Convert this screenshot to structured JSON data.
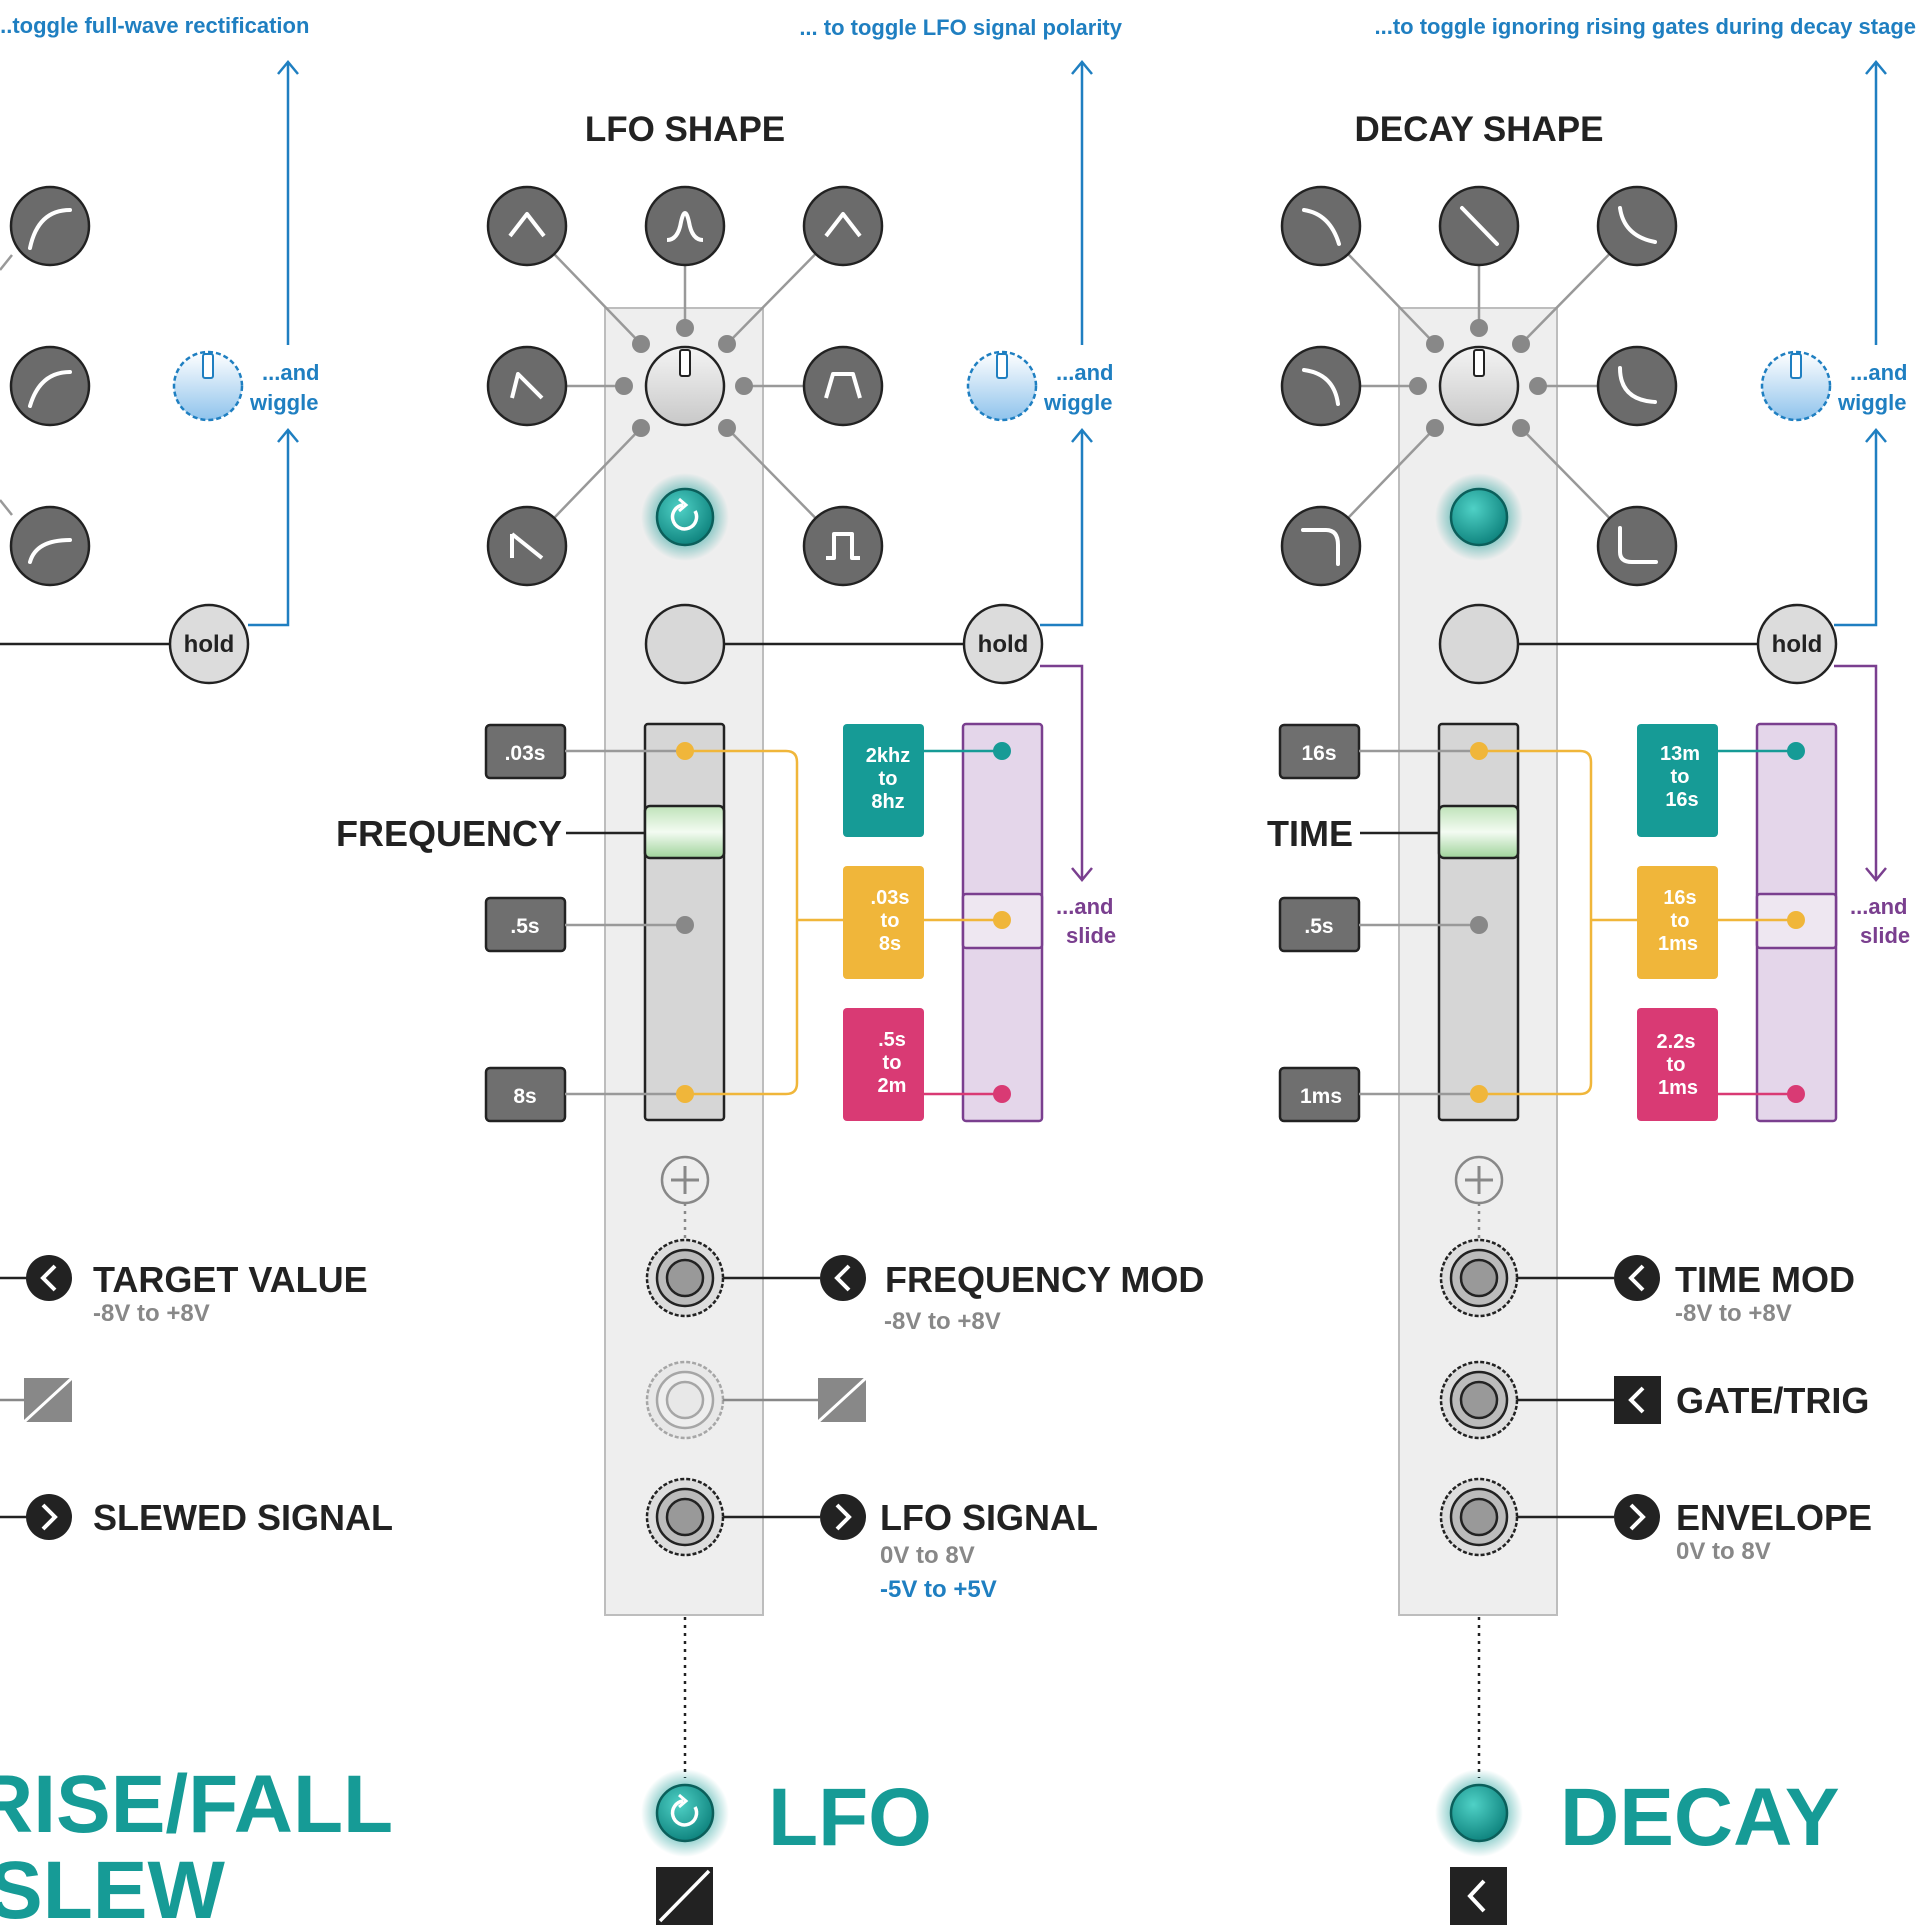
{
  "colors": {
    "teal": "#169b96",
    "blue": "#1f7fc1",
    "yellow": "#f0b63a",
    "pink": "#d93a74",
    "purple": "#7a3f8f",
    "lavender": "#e4d6ea",
    "panel": "#eeeeee",
    "shape_button": "#6b6b6b",
    "label_box": "#6f6f6f",
    "dark": "#222222"
  },
  "slew": {
    "toggle_caption": "...toggle full-wave rectification",
    "wiggle_label_1": "...and",
    "wiggle_label_2": "wiggle",
    "hold_label": "hold",
    "jacks": {
      "target_value": {
        "label": "TARGET VALUE",
        "range": "-8V to +8V"
      },
      "slewed_signal": {
        "label": "SLEWED SIGNAL"
      }
    },
    "mode_title_1": "RISE/FALL",
    "mode_title_2": "SLEW",
    "shape_icons": [
      "curve-up-icon",
      "curve-mid-icon",
      "curve-down-icon"
    ]
  },
  "lfo": {
    "toggle_caption": "... to toggle LFO signal polarity",
    "shape_title": "LFO SHAPE",
    "shape_icons": [
      "triangle-icon",
      "sine-icon",
      "peak-triangle-icon",
      "ramp-down-icon",
      "trapezoid-icon",
      "saw-down-icon",
      "square-icon"
    ],
    "wiggle_label_1": "...and",
    "wiggle_label_2": "wiggle",
    "hold_label": "hold",
    "slider_name": "FREQUENCY",
    "slider_labels": [
      ".03s",
      ".5s",
      "8s"
    ],
    "ranges": [
      {
        "line1": "2khz",
        "line2": "to",
        "line3": "8hz",
        "color": "teal"
      },
      {
        "line1": ".03s",
        "line2": "to",
        "line3": "8s",
        "color": "yellow"
      },
      {
        "line1": ".5s",
        "line2": "to",
        "line3": "2m",
        "color": "pink"
      }
    ],
    "slide_label_1": "...and",
    "slide_label_2": "slide",
    "jacks": {
      "mod": {
        "label": "FREQUENCY MOD",
        "range": "-8V to +8V"
      },
      "output": {
        "label": "LFO SIGNAL",
        "range_unipolar": "0V to 8V",
        "range_bipolar": "-5V to +5V"
      }
    },
    "mode_title": "LFO"
  },
  "decay": {
    "toggle_caption": "...to toggle ignoring rising gates during decay stage",
    "shape_title": "DECAY SHAPE",
    "shape_icons": [
      "decay-curve-1-icon",
      "decay-linear-icon",
      "decay-curve-2-icon",
      "decay-curve-3-icon",
      "decay-curve-4-icon",
      "decay-step-icon",
      "decay-curve-5-icon"
    ],
    "wiggle_label_1": "...and",
    "wiggle_label_2": "wiggle",
    "hold_label": "hold",
    "slider_name": "TIME",
    "slider_labels": [
      "16s",
      ".5s",
      "1ms"
    ],
    "ranges": [
      {
        "line1": "13m",
        "line2": "to",
        "line3": "16s",
        "color": "teal"
      },
      {
        "line1": "16s",
        "line2": "to",
        "line3": "1ms",
        "color": "yellow"
      },
      {
        "line1": "2.2s",
        "line2": "to",
        "line3": "1ms",
        "color": "pink"
      }
    ],
    "slide_label_1": "...and",
    "slide_label_2": "slide",
    "jacks": {
      "mod": {
        "label": "TIME MOD",
        "range": "-8V to +8V"
      },
      "gate": {
        "label": "GATE/TRIG"
      },
      "output": {
        "label": "ENVELOPE",
        "range": "0V to 8V"
      }
    },
    "mode_title": "DECAY"
  }
}
